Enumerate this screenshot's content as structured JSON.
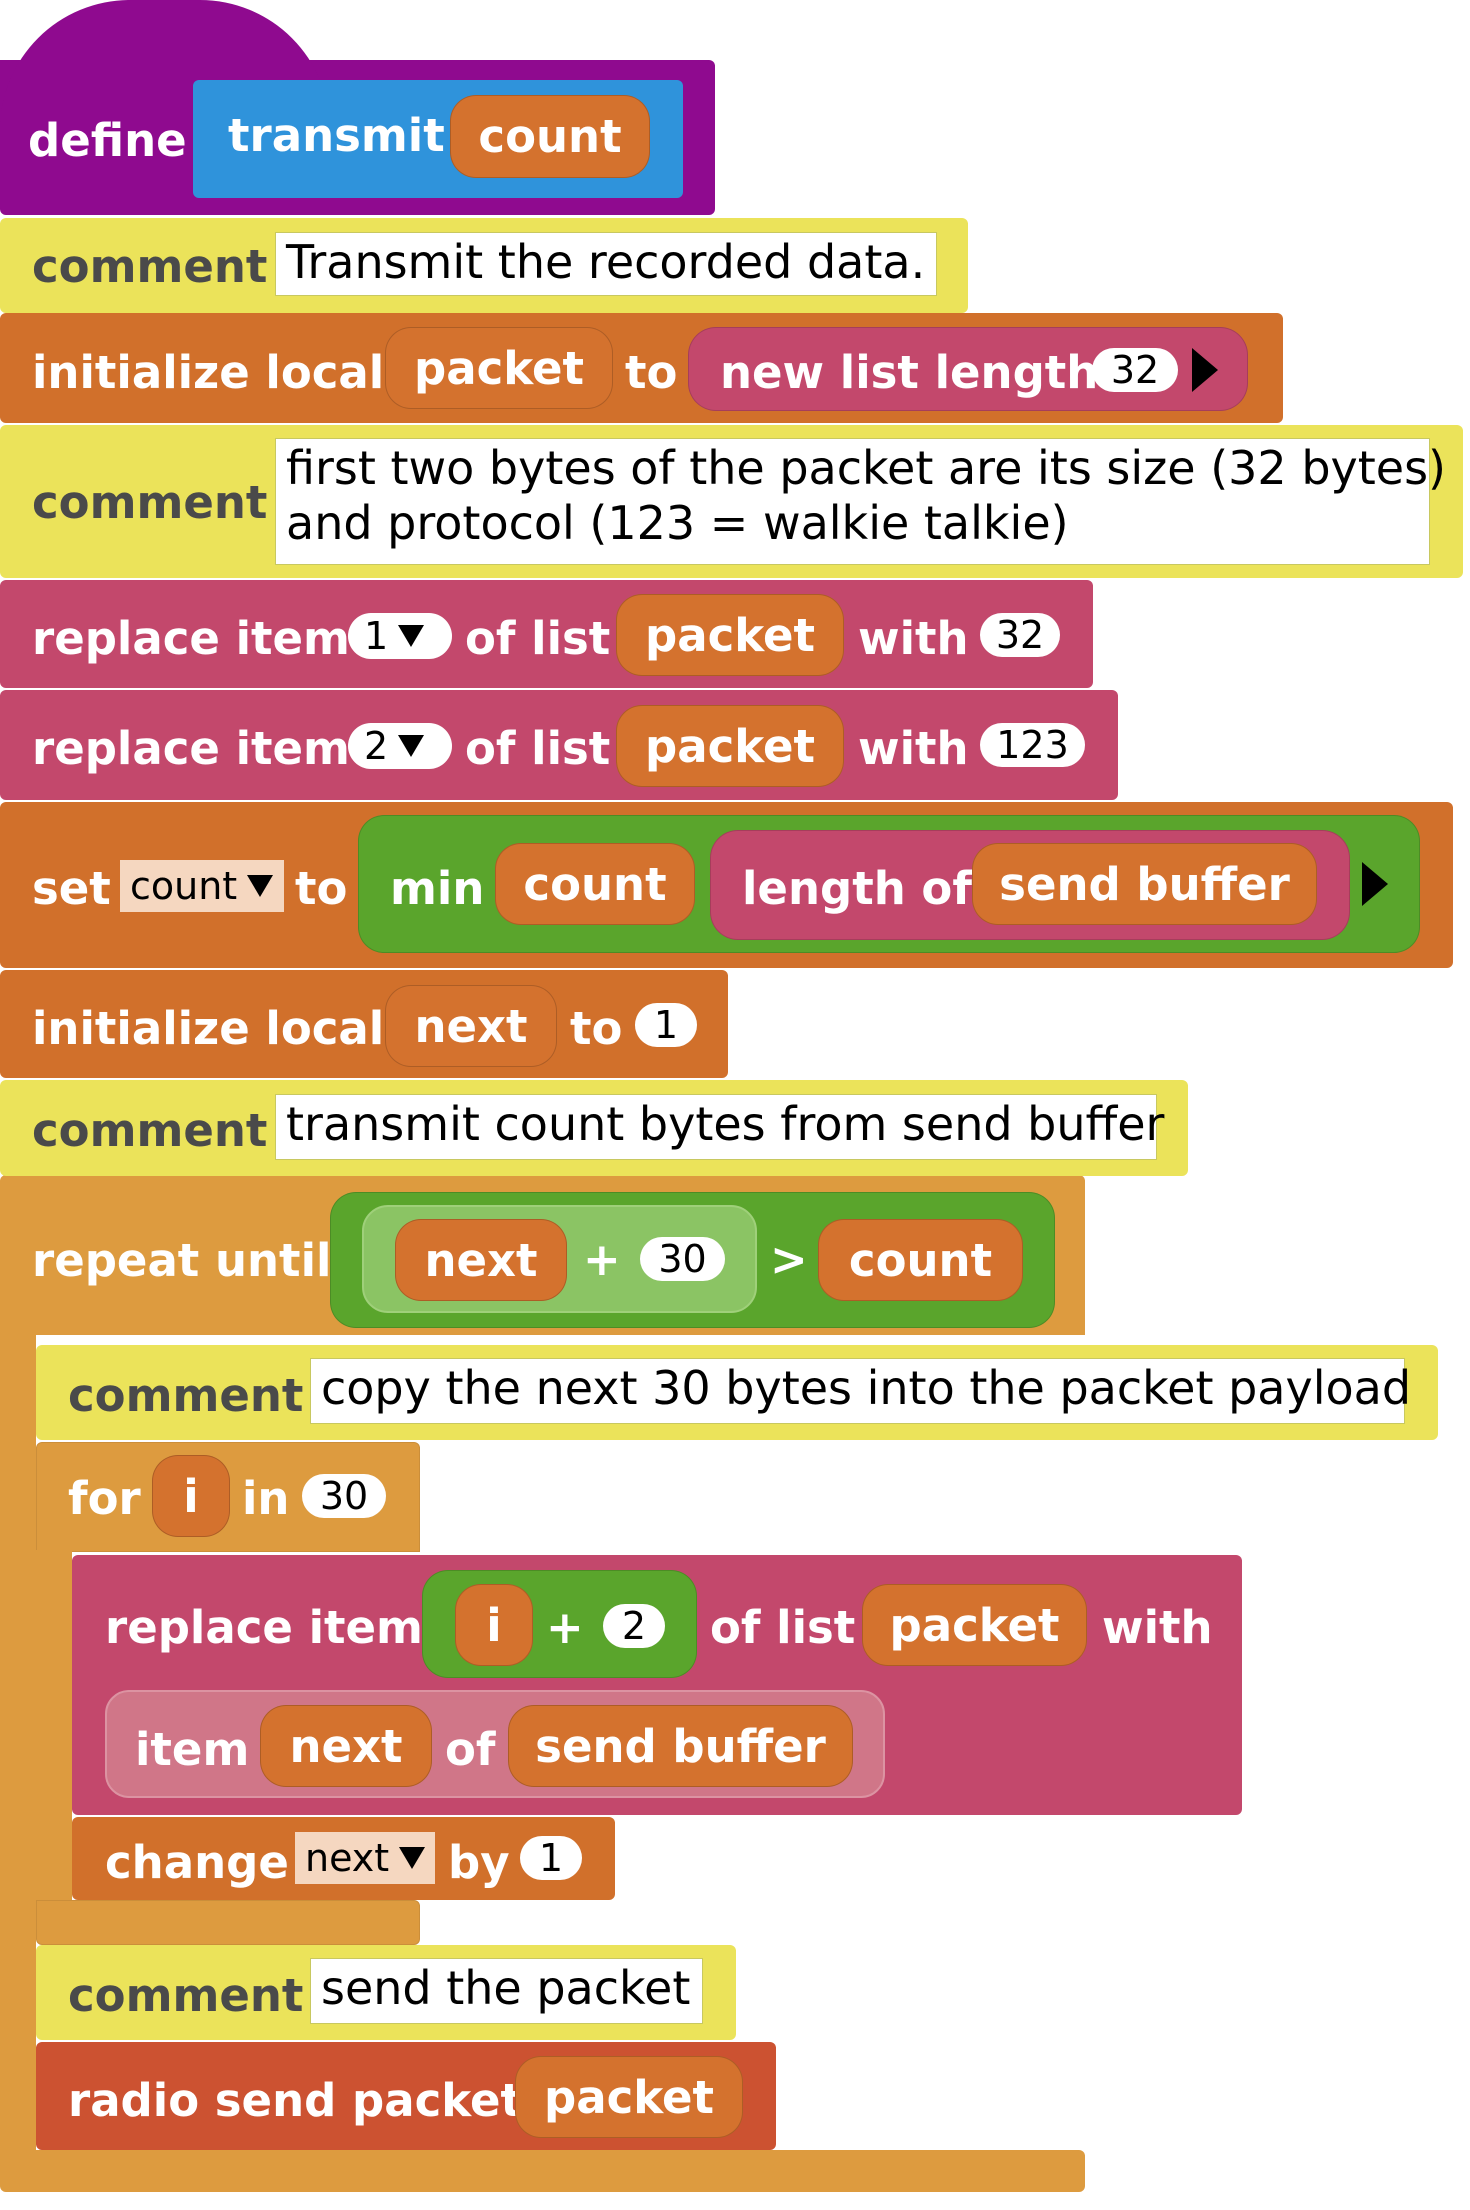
{
  "colors": {
    "procedure": "#8f0a8f",
    "procedure_name": "#2f93db",
    "comment": "#ebe35a",
    "variables": "#d1702b",
    "lists": "#c3486c",
    "math": "#5aa52c",
    "control": "#dd9b3f",
    "radio": "#cc5231"
  },
  "define": {
    "keyword": "define",
    "name": "transmit",
    "param": "count"
  },
  "comment_kw": "comment",
  "comments": {
    "c1": "Transmit the recorded data.",
    "c2_line1": "first two bytes of the packet are its size (32 bytes)",
    "c2_line2": "and protocol (123 = walkie talkie)",
    "c3": "transmit count bytes from send buffer",
    "c4": "copy the next 30 bytes into the packet payload",
    "c5": "send the packet"
  },
  "init_packet": {
    "keyword": "initialize local",
    "var": "packet",
    "to": "to",
    "new_list": "new list length",
    "length": "32"
  },
  "replace1": {
    "keyword": "replace item",
    "index": "1",
    "of_list": "of list",
    "list": "packet",
    "with": "with",
    "value": "32"
  },
  "replace2": {
    "keyword": "replace item",
    "index": "2",
    "of_list": "of list",
    "list": "packet",
    "with": "with",
    "value": "123"
  },
  "set_count": {
    "keyword": "set",
    "var": "count",
    "to": "to",
    "min": "min",
    "arg1": "count",
    "length_of": "length of",
    "arg2": "send buffer"
  },
  "init_next": {
    "keyword": "initialize local",
    "var": "next",
    "to": "to",
    "value": "1"
  },
  "repeat": {
    "keyword": "repeat until",
    "left_var": "next",
    "plus": "+",
    "amount": "30",
    "gt": ">",
    "right_var": "count"
  },
  "for_loop": {
    "keyword": "for",
    "var": "i",
    "in": "in",
    "count": "30"
  },
  "replace3": {
    "keyword": "replace item",
    "index_var": "i",
    "plus": "+",
    "offset": "2",
    "of_list": "of list",
    "list": "packet",
    "with": "with",
    "item": "item",
    "item_var": "next",
    "of": "of",
    "source": "send buffer"
  },
  "change": {
    "keyword": "change",
    "var": "next",
    "by": "by",
    "amount": "1"
  },
  "radio": {
    "keyword": "radio send packet",
    "arg": "packet"
  }
}
